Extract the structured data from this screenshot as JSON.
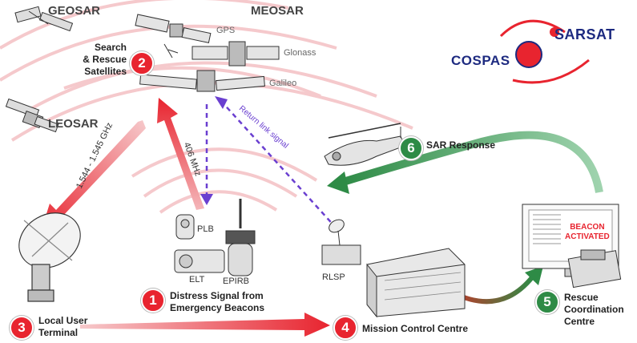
{
  "orbits": {
    "geosar": "GEOSAR",
    "meosar": "MEOSAR",
    "leosar": "LEOSAR"
  },
  "satellites": {
    "gps": "GPS",
    "glonass": "Glonass",
    "galileo": "Galileo"
  },
  "links": {
    "downlink": "1.544 - 1.545 GHz",
    "uplink": "406 MHz",
    "return": "Return link signal"
  },
  "equipment": {
    "plb": "PLB",
    "elt": "ELT",
    "epirb": "EPIRB",
    "rlsp": "RLSP"
  },
  "steps": [
    {
      "number": "1",
      "line1": "Distress Signal from",
      "line2": "Emergency Beacons"
    },
    {
      "number": "2",
      "line1": "Search",
      "line2": "& Rescue",
      "line3": "Satellites"
    },
    {
      "number": "3",
      "line1": "Local User",
      "line2": "Terminal"
    },
    {
      "number": "4",
      "line1": "Mission Control Centre"
    },
    {
      "number": "5",
      "line1": "Rescue",
      "line2": "Coordination",
      "line3": "Centre"
    },
    {
      "number": "6",
      "line1": "SAR Response"
    }
  ],
  "screen": {
    "line1": "BEACON",
    "line2": "ACTIVATED"
  },
  "logo": {
    "left": "COSPAS",
    "right": "SARSAT"
  },
  "colors": {
    "red": "#e8242f",
    "green": "#2e8b46",
    "purple": "#6a3fd0",
    "navy": "#1d2a80"
  }
}
